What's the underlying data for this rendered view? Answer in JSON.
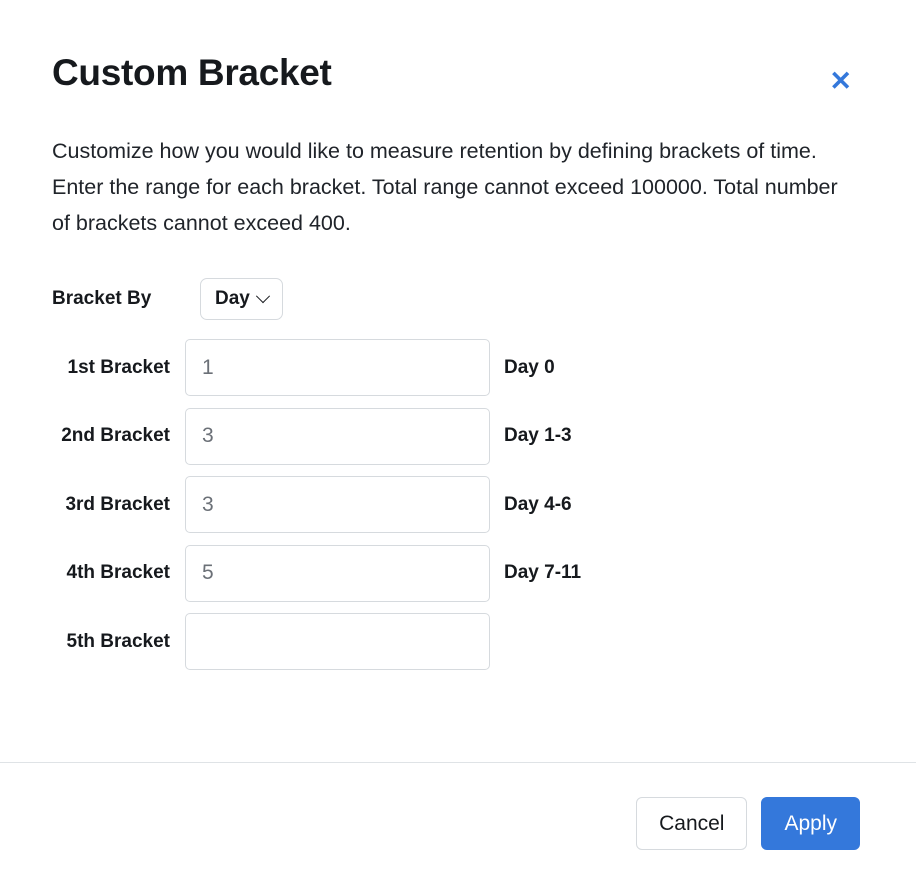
{
  "dialog": {
    "title": "Custom Bracket",
    "close_icon": "close-icon",
    "description": "Customize how you would like to measure retention by defining brackets of time. Enter the range for each bracket. Total range cannot exceed 100000. Total number of brackets cannot exceed 400.",
    "accent_color": "#3478db",
    "border_color": "#d6dade"
  },
  "form": {
    "bracket_by": {
      "label": "Bracket By",
      "selected": "Day",
      "chevron_icon": "chevron-down-icon"
    },
    "rows": [
      {
        "label": "1st Bracket",
        "value": "1",
        "placeholder": "1",
        "suffix": "Day 0"
      },
      {
        "label": "2nd Bracket",
        "value": "3",
        "placeholder": "3",
        "suffix": "Day 1-3"
      },
      {
        "label": "3rd Bracket",
        "value": "3",
        "placeholder": "3",
        "suffix": "Day 4-6"
      },
      {
        "label": "4th Bracket",
        "value": "5",
        "placeholder": "5",
        "suffix": "Day 7-11"
      },
      {
        "label": "5th Bracket",
        "value": "",
        "placeholder": "",
        "suffix": ""
      }
    ]
  },
  "footer": {
    "cancel_label": "Cancel",
    "apply_label": "Apply"
  }
}
